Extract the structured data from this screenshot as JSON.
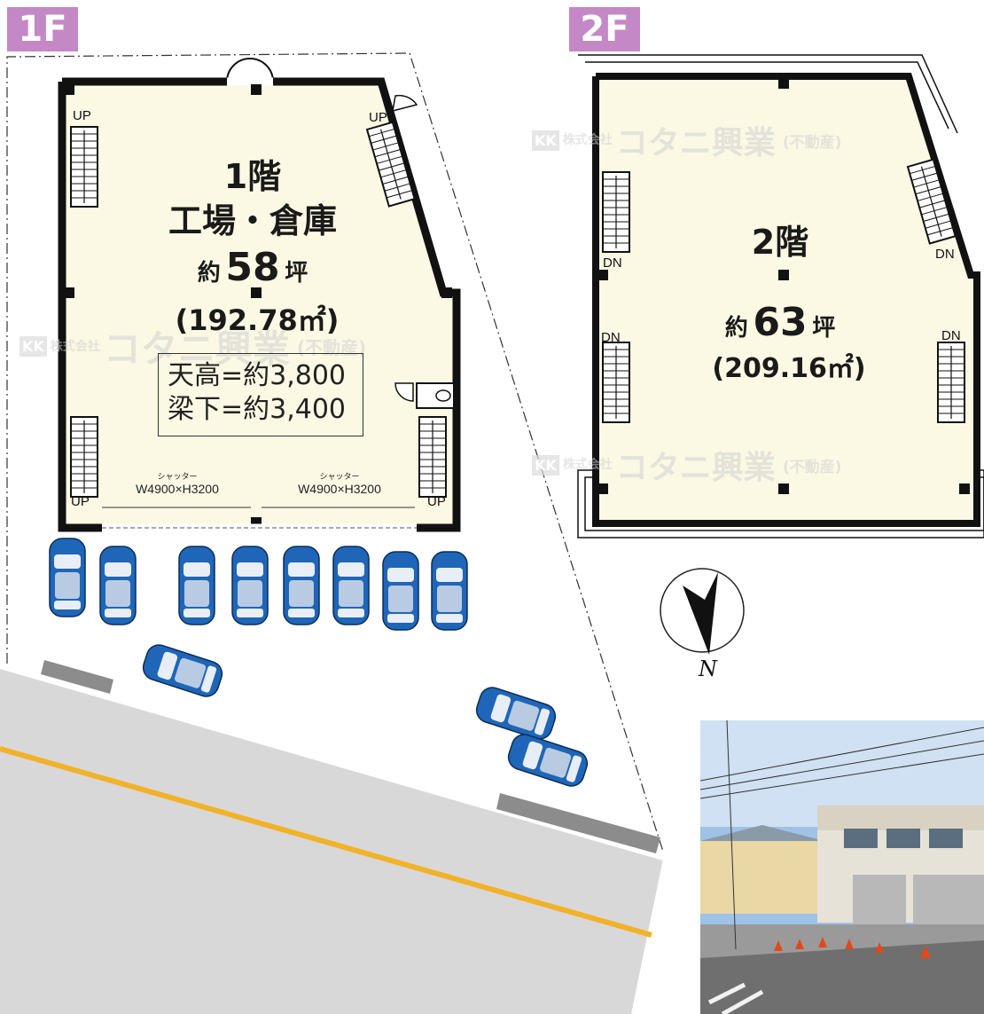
{
  "floor1": {
    "tag": "1F",
    "title_floor": "1階",
    "title_use": "工場・倉庫",
    "area_prefix": "約",
    "area_tsubo": "58",
    "area_unit": "坪",
    "area_m2": "(192.78㎡)",
    "ceiling": "天高=約3,800",
    "beam": "梁下=約3,400",
    "shutters": [
      {
        "label": "シャッター",
        "size": "W4900×H3200"
      },
      {
        "label": "シャッター",
        "size": "W4900×H3200"
      }
    ],
    "stairs": [
      "UP",
      "UP",
      "UP",
      "UP"
    ]
  },
  "floor2": {
    "tag": "2F",
    "title_floor": "2階",
    "area_prefix": "約",
    "area_tsubo": "63",
    "area_unit": "坪",
    "area_m2": "(209.16㎡)",
    "stairs": [
      "DN",
      "DN",
      "DN",
      "DN"
    ]
  },
  "watermark": {
    "kk": "KK",
    "company_type": "株式会社",
    "name": "コタニ興業",
    "sub": "(不動産)"
  },
  "compass": {
    "label": "N"
  },
  "colors": {
    "floor_fill": "#fbf9e4",
    "wall": "#111111",
    "tag_bg": "#c488c7",
    "car_body": "#1f66b8",
    "road": "#d6d6d6",
    "road_line": "#f1b22a"
  }
}
